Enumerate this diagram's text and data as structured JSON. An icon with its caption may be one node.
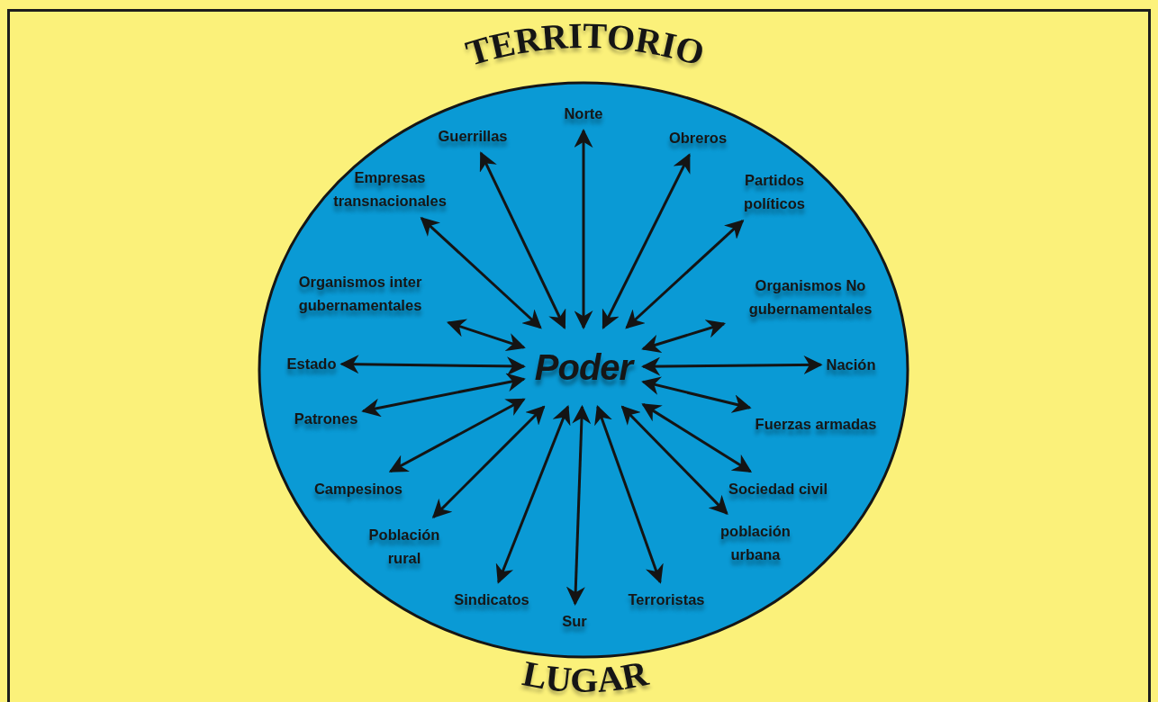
{
  "diagram": {
    "nodes": [
      {
        "text": [
          "Norte"
        ]
      },
      {
        "text": [
          "Guerrillas"
        ]
      },
      {
        "text": [
          "Obreros"
        ]
      },
      {
        "text": [
          "Empresas transnacionales"
        ]
      },
      {
        "text": [
          "Partidos políticos"
        ]
      },
      {
        "text": [
          "Organismos inter gubernamentales"
        ]
      },
      {
        "text": [
          "Organismos No gubernamentales"
        ]
      },
      {
        "text": [
          "Estado"
        ]
      },
      {
        "text": [
          "Poder"
        ]
      },
      {
        "text": [
          "Nación"
        ]
      },
      {
        "text": [
          "Patrones"
        ]
      },
      {
        "text": [
          "Fuerzas armadas"
        ]
      },
      {
        "text": [
          "Campesinos"
        ]
      },
      {
        "text": [
          "Sociedad civil"
        ]
      },
      {
        "text": [
          "Población rural"
        ]
      },
      {
        "text": [
          "población urbana"
        ]
      },
      {
        "text": [
          "Sindicatos"
        ]
      },
      {
        "text": [
          "Terroristas"
        ]
      },
      {
        "text": [
          "Sur"
        ]
      }
    ],
    "edges": [
      {
        "from": 8,
        "to": 0,
        "arrow": "both"
      },
      {
        "from": 8,
        "to": 1,
        "arrow": "both"
      },
      {
        "from": 8,
        "to": 2,
        "arrow": "both"
      },
      {
        "from": 8,
        "to": 3,
        "arrow": "both"
      },
      {
        "from": 8,
        "to": 4,
        "arrow": "both"
      },
      {
        "from": 8,
        "to": 5,
        "arrow": "both"
      },
      {
        "from": 8,
        "to": 6,
        "arrow": "both"
      },
      {
        "from": 8,
        "to": 7,
        "arrow": "both"
      },
      {
        "from": 8,
        "to": 9,
        "arrow": "both"
      },
      {
        "from": 8,
        "to": 10,
        "arrow": "both"
      },
      {
        "from": 8,
        "to": 11,
        "arrow": "both"
      },
      {
        "from": 8,
        "to": 12,
        "arrow": "both"
      },
      {
        "from": 8,
        "to": 13,
        "arrow": "both"
      },
      {
        "from": 8,
        "to": 14,
        "arrow": "both"
      },
      {
        "from": 8,
        "to": 15,
        "arrow": "both"
      },
      {
        "from": 8,
        "to": 16,
        "arrow": "both"
      },
      {
        "from": 8,
        "to": 17,
        "arrow": "both"
      },
      {
        "from": 8,
        "to": 18,
        "arrow": "both"
      }
    ],
    "labels": [
      "TERRITORIO",
      "LUGAR"
    ]
  }
}
